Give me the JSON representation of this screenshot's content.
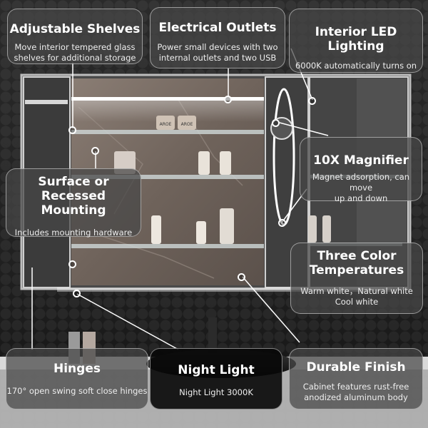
{
  "callouts": {
    "adjustable_shelves": {
      "title": "Adjustable Shelves",
      "desc_1": "Move interior tempered glass",
      "desc_2": "shelves for additional storage"
    },
    "electrical_outlets": {
      "title": "Electrical Outlets",
      "desc_1": "Power small devices with two",
      "desc_2": "internal outlets and two USB"
    },
    "interior_led": {
      "title": "Interior LED Lighting",
      "desc_1": "6000K automatically turns on"
    },
    "magnifier": {
      "title": "10X Magnifier",
      "desc_1": "Magnet adsorption, can move",
      "desc_2": "up and down"
    },
    "mounting": {
      "title_1": "Surface or Recessed",
      "title_2": "Mounting",
      "desc_1": "Includes mounting hardware"
    },
    "color_temps": {
      "title_1": "Three Color",
      "title_2": "Temperatures",
      "desc_1": "Warm white，Natural white",
      "desc_2": "Cool white"
    },
    "hinges": {
      "title": "Hinges",
      "desc_1": "170° open swing soft close hinges"
    },
    "night_light": {
      "title": "Night Light",
      "desc_1": "Night Light 3000K"
    },
    "durable_finish": {
      "title": "Durable Finish",
      "desc_1": "Cabinet features rust-free",
      "desc_2": "anodized aluminum body"
    }
  },
  "products": {
    "jar_label": "AROE"
  },
  "colors": {
    "callout_border": "#e6e6e6",
    "led_white": "#ffffff",
    "marble": "#7a6e66"
  }
}
